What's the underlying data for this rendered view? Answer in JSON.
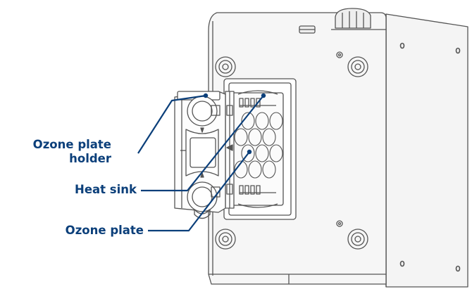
{
  "labels": {
    "holder_line1": "Ozone plate",
    "holder_line2": "holder",
    "heat_sink": "Heat sink",
    "ozone_plate": "Ozone plate"
  },
  "colors": {
    "callout_text": "#0b3f7a",
    "callout_line": "#0b3f7a",
    "drawing_line": "#555555",
    "panel_fill": "#f4f4f4"
  }
}
